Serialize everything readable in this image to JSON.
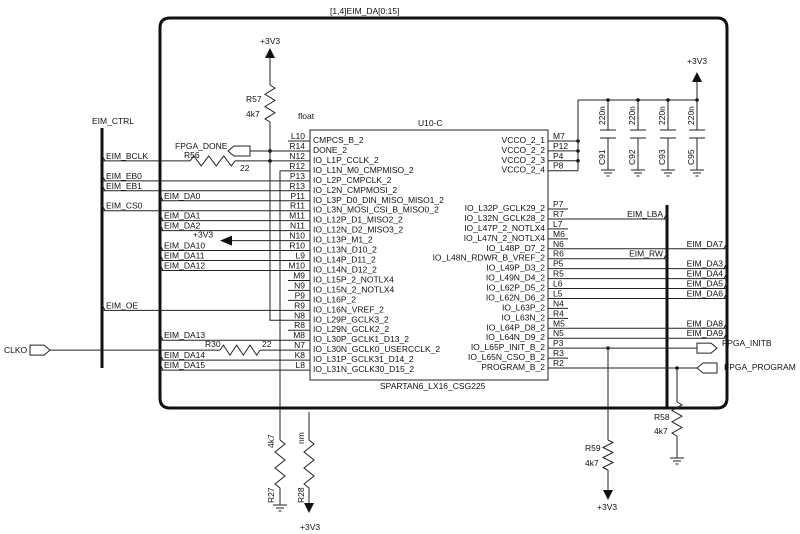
{
  "title": "[1,4]EIM_DA[0:15]",
  "chip": {
    "ref": "U10-C",
    "part": "SPARTAN6_LX16_CSG225",
    "note": "float",
    "left_pins": [
      {
        "pin": "L10",
        "name": "CMPCS_B_2"
      },
      {
        "pin": "R14",
        "name": "DONE_2"
      },
      {
        "pin": "N12",
        "name": "IO_L1P_CCLK_2"
      },
      {
        "pin": "R12",
        "name": "IO_L1N_M0_CMPMISO_2"
      },
      {
        "pin": "P13",
        "name": "IO_L2P_CMPCLK_2"
      },
      {
        "pin": "R13",
        "name": "IO_L2N_CMPMOSI_2"
      },
      {
        "pin": "P11",
        "name": "IO_L3P_D0_DIN_MISO_MISO1_2"
      },
      {
        "pin": "R11",
        "name": "IO_L3N_MOSI_CSI_B_MISO0_2"
      },
      {
        "pin": "M11",
        "name": "IO_L12P_D1_MISO2_2"
      },
      {
        "pin": "N11",
        "name": "IO_L12N_D2_MISO3_2"
      },
      {
        "pin": "N10",
        "name": "IO_L13P_M1_2"
      },
      {
        "pin": "R10",
        "name": "IO_L13N_D10_2"
      },
      {
        "pin": "L9",
        "name": "IO_L14P_D11_2"
      },
      {
        "pin": "M10",
        "name": "IO_L14N_D12_2"
      },
      {
        "pin": "M9",
        "name": "IO_L15P_2_NOTLX4"
      },
      {
        "pin": "N9",
        "name": "IO_L15N_2_NOTLX4"
      },
      {
        "pin": "P9",
        "name": "IO_L16P_2"
      },
      {
        "pin": "R9",
        "name": "IO_L16N_VREF_2"
      },
      {
        "pin": "N8",
        "name": "IO_L29P_GCLK3_2"
      },
      {
        "pin": "R8",
        "name": "IO_L29N_GCLK2_2"
      },
      {
        "pin": "M8",
        "name": "IO_L30P_GCLK1_D13_2"
      },
      {
        "pin": "N7",
        "name": "IO_L30N_GCLK0_USERCCLK_2"
      },
      {
        "pin": "K8",
        "name": "IO_L31P_GCLK31_D14_2"
      },
      {
        "pin": "L8",
        "name": "IO_L31N_GCLK30_D15_2"
      }
    ],
    "vcco_pins": [
      {
        "pin": "M7",
        "name": "VCCO_2_1"
      },
      {
        "pin": "P12",
        "name": "VCCO_2_2"
      },
      {
        "pin": "P4",
        "name": "VCCO_2_3"
      },
      {
        "pin": "P8",
        "name": "VCCO_2_4"
      }
    ],
    "right_pins": [
      {
        "pin": "P7",
        "name": "IO_L32P_GCLK29_2"
      },
      {
        "pin": "R7",
        "name": "IO_L32N_GCLK28_2"
      },
      {
        "pin": "L7",
        "name": "IO_L47P_2_NOTLX4"
      },
      {
        "pin": "M6",
        "name": "IO_L47N_2_NOTLX4"
      },
      {
        "pin": "N6",
        "name": "IO_L48P_D7_2"
      },
      {
        "pin": "R6",
        "name": "IO_L48N_RDWR_B_VREF_2"
      },
      {
        "pin": "P5",
        "name": "IO_L49P_D3_2"
      },
      {
        "pin": "R5",
        "name": "IO_L49N_D4_2"
      },
      {
        "pin": "L6",
        "name": "IO_L62P_D5_2"
      },
      {
        "pin": "L5",
        "name": "IO_L62N_D6_2"
      },
      {
        "pin": "N4",
        "name": "IO_L63P_2"
      },
      {
        "pin": "R4",
        "name": "IO_L63N_2"
      },
      {
        "pin": "M5",
        "name": "IO_L64P_D8_2"
      },
      {
        "pin": "N5",
        "name": "IO_L64N_D9_2"
      },
      {
        "pin": "P3",
        "name": "IO_L65P_INIT_B_2"
      },
      {
        "pin": "R3",
        "name": "IO_L65N_CSO_B_2"
      },
      {
        "pin": "R2",
        "name": "PROGRAM_B_2"
      }
    ]
  },
  "left_nets": [
    {
      "row": 2,
      "label": "EIM_BCLK",
      "bus": "ctrl"
    },
    {
      "row": 4,
      "label": "EIM_EB0",
      "bus": "ctrl"
    },
    {
      "row": 5,
      "label": "EIM_EB1",
      "bus": "ctrl"
    },
    {
      "row": 6,
      "label": "EIM_DA0",
      "bus": "da"
    },
    {
      "row": 7,
      "label": "EIM_CS0",
      "bus": "ctrl"
    },
    {
      "row": 8,
      "label": "EIM_DA1",
      "bus": "da"
    },
    {
      "row": 9,
      "label": "EIM_DA2",
      "bus": "da"
    },
    {
      "row": 11,
      "label": "EIM_DA10",
      "bus": "da"
    },
    {
      "row": 12,
      "label": "EIM_DA11",
      "bus": "da"
    },
    {
      "row": 13,
      "label": "EIM_DA12",
      "bus": "da"
    },
    {
      "row": 17,
      "label": "EIM_OE",
      "bus": "ctrl"
    },
    {
      "row": 20,
      "label": "EIM_DA13",
      "bus": "da"
    },
    {
      "row": 22,
      "label": "EIM_DA14",
      "bus": "da"
    },
    {
      "row": 23,
      "label": "EIM_DA15",
      "bus": "da"
    }
  ],
  "right_nets": [
    {
      "row": 1,
      "label": "EIM_LBA",
      "bus": "ctrl"
    },
    {
      "row": 4,
      "label": "EIM_DA7",
      "bus": "da"
    },
    {
      "row": 5,
      "label": "EIM_RW",
      "bus": "ctrl"
    },
    {
      "row": 6,
      "label": "EIM_DA3",
      "bus": "da"
    },
    {
      "row": 7,
      "label": "EIM_DA4",
      "bus": "da"
    },
    {
      "row": 8,
      "label": "EIM_DA5",
      "bus": "da"
    },
    {
      "row": 9,
      "label": "EIM_DA6",
      "bus": "da"
    },
    {
      "row": 12,
      "label": "EIM_DA8",
      "bus": "da"
    },
    {
      "row": 13,
      "label": "EIM_DA9",
      "bus": "da"
    }
  ],
  "bus_label": "EIM_CTRL",
  "power": "+3V3",
  "ports": {
    "done": "FPGA_DONE",
    "clko": "CLKO",
    "initb": "FPGA_INITB",
    "program": "FPGA_PROGRAM"
  },
  "resistors": {
    "r57": {
      "ref": "R57",
      "value": "4k7"
    },
    "r56": {
      "ref": "R56",
      "value": "22"
    },
    "r30": {
      "ref": "R30",
      "value": "22"
    },
    "r27": {
      "ref": "R27",
      "value": "4k7"
    },
    "r28": {
      "ref": "R28",
      "value": "nm"
    },
    "r59": {
      "ref": "R59",
      "value": "4k7"
    },
    "r58": {
      "ref": "R58",
      "value": "4k7"
    }
  },
  "capacitors": [
    {
      "ref": "C91",
      "value": "220n"
    },
    {
      "ref": "C92",
      "value": "220n"
    },
    {
      "ref": "C93",
      "value": "220n"
    },
    {
      "ref": "C95",
      "value": "220n"
    }
  ]
}
